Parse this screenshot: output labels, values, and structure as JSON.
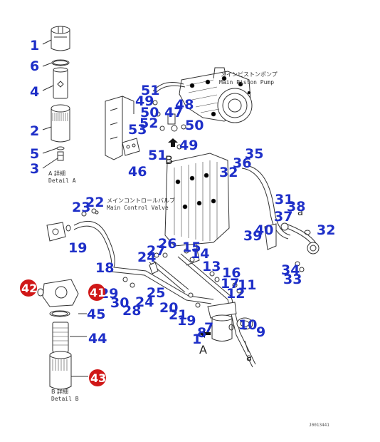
{
  "texts": {
    "pump_jp": "メインピストンポンプ",
    "pump_en": "Main Piston Pump",
    "valve_jp": "メインコントロールバルブ",
    "valve_en": "Main Control Valve",
    "detail_a_jp": "A 詳細",
    "detail_a_en": "Detail A",
    "detail_b_jp": "B 詳細",
    "detail_b_en": "Detail B",
    "ref_b": "B",
    "ref_a": "A",
    "ref_a_lower1": "a",
    "ref_a_lower2": "a",
    "drawing_no": "J0013441"
  },
  "callouts": [
    {
      "label": "1"
    },
    {
      "label": "6"
    },
    {
      "label": "4"
    },
    {
      "label": "2"
    },
    {
      "label": "5"
    },
    {
      "label": "3"
    },
    {
      "label": "51"
    },
    {
      "label": "49"
    },
    {
      "label": "50"
    },
    {
      "label": "47"
    },
    {
      "label": "48"
    },
    {
      "label": "52"
    },
    {
      "label": "53"
    },
    {
      "label": "50"
    },
    {
      "label": "49"
    },
    {
      "label": "51"
    },
    {
      "label": "46"
    },
    {
      "label": "35"
    },
    {
      "label": "36"
    },
    {
      "label": "32"
    },
    {
      "label": "22"
    },
    {
      "label": "23"
    },
    {
      "label": "31"
    },
    {
      "label": "38"
    },
    {
      "label": "37"
    },
    {
      "label": "39"
    },
    {
      "label": "40"
    },
    {
      "label": "32"
    },
    {
      "label": "19"
    },
    {
      "label": "26"
    },
    {
      "label": "27"
    },
    {
      "label": "15"
    },
    {
      "label": "24"
    },
    {
      "label": "14"
    },
    {
      "label": "18"
    },
    {
      "label": "13"
    },
    {
      "label": "34"
    },
    {
      "label": "16"
    },
    {
      "label": "33"
    },
    {
      "label": "17"
    },
    {
      "label": "11"
    },
    {
      "label": "29"
    },
    {
      "label": "30"
    },
    {
      "label": "25"
    },
    {
      "label": "24"
    },
    {
      "label": "12"
    },
    {
      "label": "45"
    },
    {
      "label": "28"
    },
    {
      "label": "20"
    },
    {
      "label": "21"
    },
    {
      "label": "19"
    },
    {
      "label": "10"
    },
    {
      "label": "9"
    },
    {
      "label": "7"
    },
    {
      "label": "8"
    },
    {
      "label": "1"
    },
    {
      "label": "44"
    }
  ],
  "badges": [
    {
      "label": "42",
      "color": "#d01818"
    },
    {
      "label": "41",
      "color": "#d01818"
    },
    {
      "label": "43",
      "color": "#d01818"
    }
  ]
}
